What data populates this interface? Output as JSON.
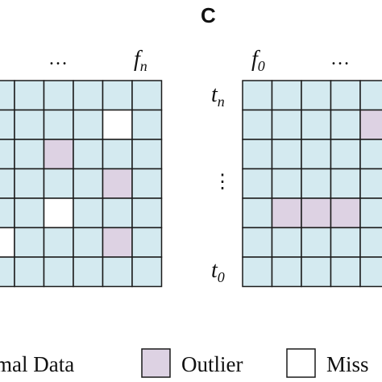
{
  "panel_label": "C",
  "colors": {
    "normal": "#d4eaf0",
    "outlier": "#ddd2e3",
    "missing": "#ffffff",
    "grid_line": "#1a1a1a"
  },
  "left_matrix": {
    "col_labels": {
      "ellipsis": "…",
      "last_base": "f",
      "last_sub": "n"
    },
    "outlier_cells": [
      [
        2,
        1
      ],
      [
        3,
        3
      ],
      [
        5,
        3
      ]
    ],
    "missing_cells": [
      [
        1,
        3
      ],
      [
        4,
        1
      ],
      [
        5,
        -1
      ]
    ]
  },
  "right_matrix": {
    "col_labels": {
      "first_base": "f",
      "first_sub": "0",
      "ellipsis": "…"
    },
    "row_labels": {
      "top_base": "t",
      "top_sub": "n",
      "middle": "⋮",
      "bottom_base": "t",
      "bottom_sub": "0"
    },
    "outlier_cells": [
      [
        1,
        4
      ],
      [
        4,
        1
      ],
      [
        4,
        2
      ],
      [
        4,
        3
      ]
    ],
    "missing_cells": []
  },
  "legend": {
    "items": [
      {
        "label": "mal Data",
        "type": "normal"
      },
      {
        "label": "Outlier",
        "type": "outlier"
      },
      {
        "label": "Miss",
        "type": "missing"
      }
    ]
  }
}
